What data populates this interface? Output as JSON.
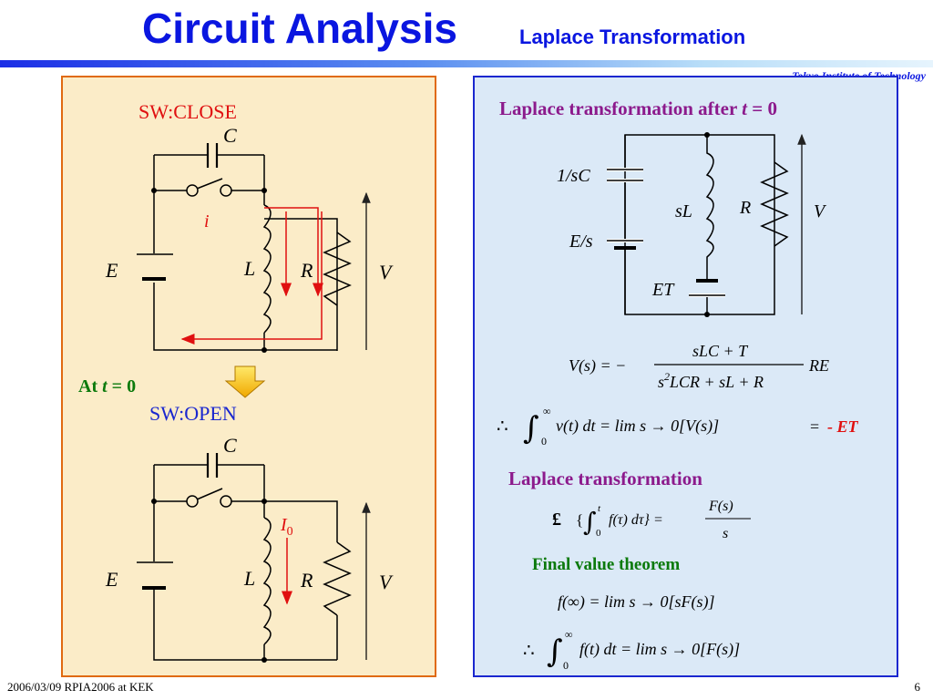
{
  "header": {
    "title": "Circuit Analysis",
    "subtitle": "Laplace Transformation",
    "organization": "Tokyo Institute of Technology"
  },
  "left_panel": {
    "sw_close_label": "SW:CLOSE",
    "at_prefix": "At ",
    "at_t": "t",
    "at_suffix": " = 0",
    "sw_open_label": "SW:OPEN",
    "top_circuit": {
      "C": "C",
      "i": "i",
      "E": "E",
      "L": "L",
      "R": "R",
      "V": "V"
    },
    "bottom_circuit": {
      "C": "C",
      "I": "I",
      "I_sub": "0",
      "E": "E",
      "L": "L",
      "R": "R",
      "V": "V"
    }
  },
  "right_panel": {
    "heading_prefix": "Laplace transformation after ",
    "heading_t": "t",
    "heading_suffix": " = 0",
    "circuit": {
      "sC": "1/sC",
      "Es": "E/s",
      "sL": "sL",
      "R": "R",
      "V": "V",
      "ET": "ET"
    },
    "eq1": {
      "lhs": "V(s) = −",
      "num": "sLC + T",
      "den_s": "s",
      "den_exp": "2",
      "den_rest": "LCR + sL + R",
      "rhs": "RE"
    },
    "eq2": {
      "therefore": "∴",
      "sup": "∞",
      "sub": "0",
      "integrand": "v(t) dt = lim s → 0[V(s)]",
      "equals": "=",
      "result": "- ET"
    },
    "laplace_heading": "Laplace transformation",
    "eq3": {
      "L": "£",
      "open": "{",
      "sup": "t",
      "sub": "0",
      "integrand": "f(τ) dτ} =",
      "num": "F(s)",
      "den": "s"
    },
    "final_value_heading": "Final value theorem",
    "eq4": "f(∞) = lim s → 0[sF(s)]",
    "eq5": {
      "therefore": "∴",
      "sup": "∞",
      "sub": "0",
      "integrand": "f(t) dt = lim s → 0[F(s)]"
    }
  },
  "footer": {
    "left": "2006/03/09 RPIA2006 at KEK",
    "page": "6"
  }
}
